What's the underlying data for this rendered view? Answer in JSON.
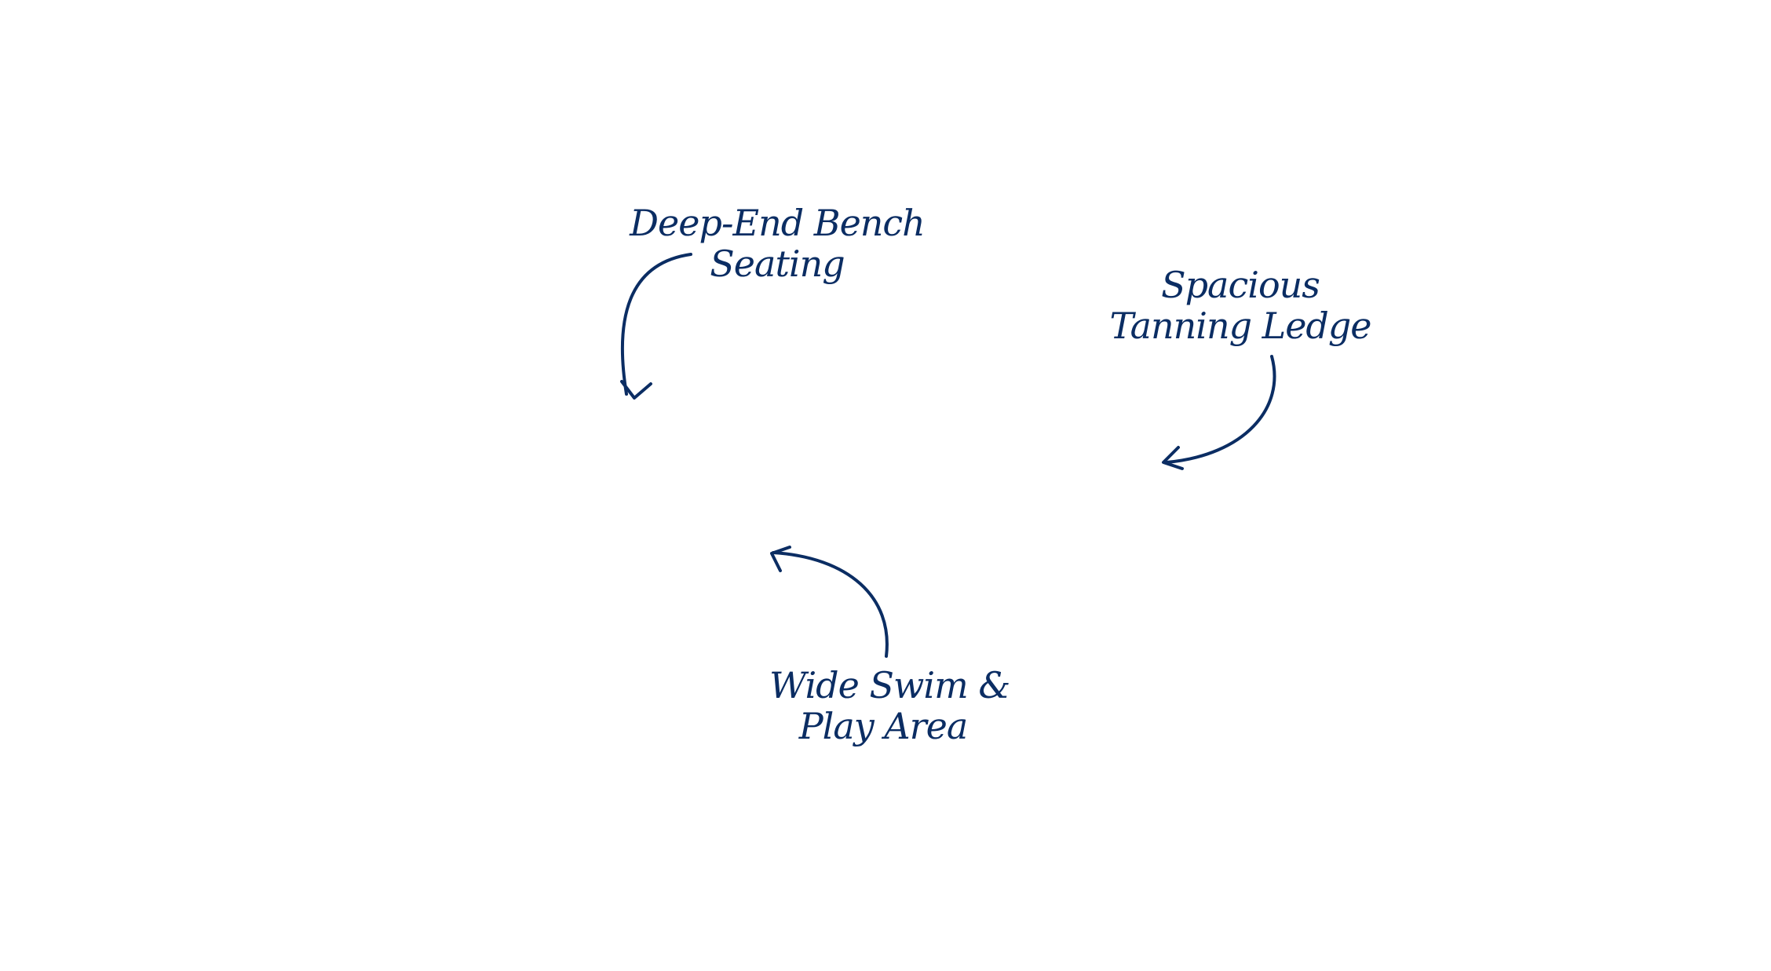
{
  "colors": {
    "ink": "#0b2d63",
    "background": "#ffffff"
  },
  "annotations": {
    "bench": {
      "line1": "Deep-End Bench",
      "line2": "Seating"
    },
    "tanning": {
      "line1": "Spacious",
      "line2": "Tanning Ledge"
    },
    "swim": {
      "line1": "Wide Swim &",
      "line2": "Play Area"
    }
  }
}
